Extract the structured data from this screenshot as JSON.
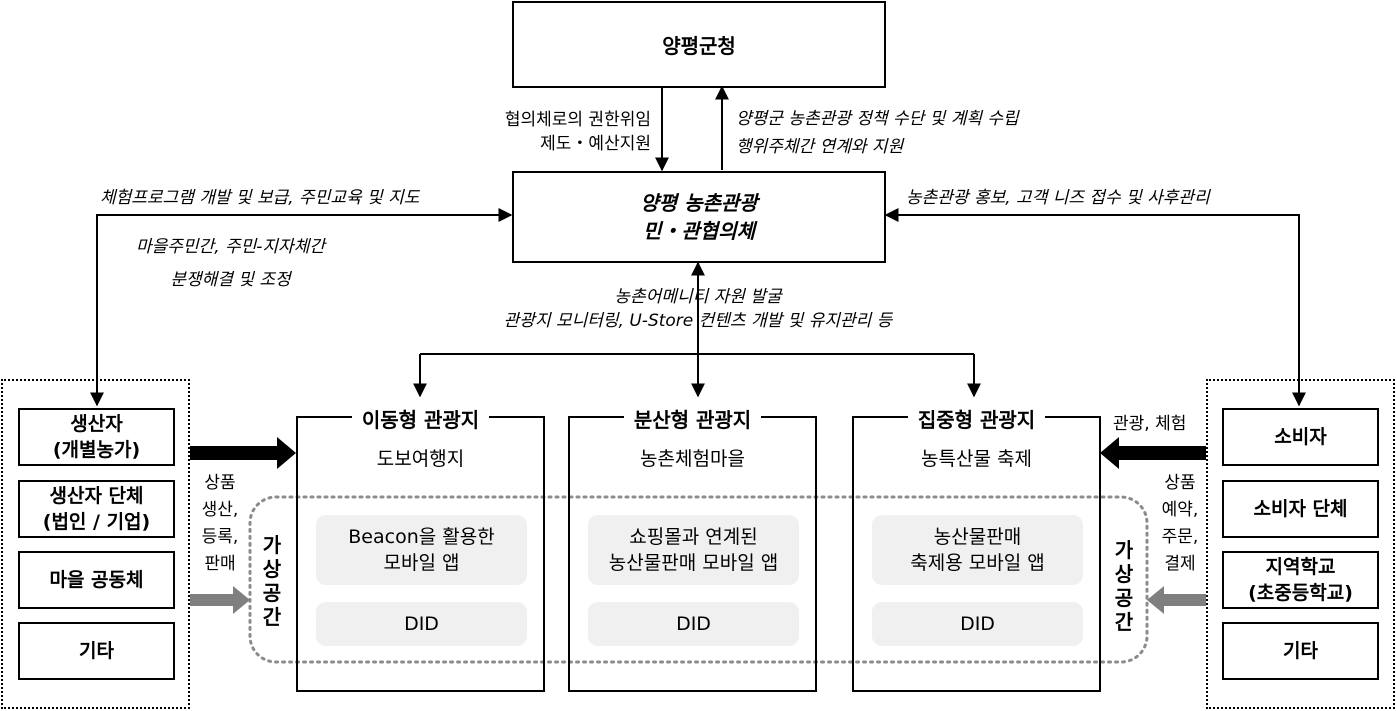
{
  "gov": {
    "title": "양평군청"
  },
  "council": {
    "line1": "양평 농촌관광",
    "line2": "민・관협의체"
  },
  "arrows": {
    "down_label_1": "협의체로의 권한위임",
    "down_label_2": "제도・예산지원",
    "up_label_1": "양평군 농촌관광 정책 수단 및 계획 수립",
    "up_label_2": "행위주체간 연계와 지원",
    "left_label_1": "체험프로그램 개발 및 보급, 주민교육 및 지도",
    "left_label_2": "마을주민간, 주민-지자체간",
    "left_label_3": "분쟁해결 및 조정",
    "right_label_1": "농촌관광 홍보, 고객 니즈 접수 및 사후관리",
    "center_label_1": "농촌어메니티 자원 발굴",
    "center_label_2": "관광지 모니터링, U-Store  컨텐츠 개발 및 유지관리 등",
    "producer_arrow_label": [
      "상품",
      "생산,",
      "등록,",
      "판매"
    ],
    "consumer_top_label": "관광, 체험",
    "consumer_arrow_label": [
      "상품",
      "예약,",
      "주문,",
      "결제"
    ]
  },
  "producers": [
    {
      "line1": "생산자",
      "line2": "(개별농가)"
    },
    {
      "line1": "생산자 단체",
      "line2": "(법인 / 기업)"
    },
    {
      "line1": "마을 공동체",
      "line2": ""
    },
    {
      "line1": "기타",
      "line2": ""
    }
  ],
  "consumers": [
    {
      "line1": "소비자",
      "line2": ""
    },
    {
      "line1": "소비자 단체",
      "line2": ""
    },
    {
      "line1": "지역학교",
      "line2": "(초중등학교)"
    },
    {
      "line1": "기타",
      "line2": ""
    }
  ],
  "destinations": [
    {
      "title": "이동형 관광지",
      "place": "도보여행지",
      "app_line1": "Beacon을 활용한",
      "app_line2": "모바일 앱",
      "did": "DID"
    },
    {
      "title": "분산형 관광지",
      "place": "농촌체험마을",
      "app_line1": "쇼핑몰과 연계된",
      "app_line2": "농산물판매 모바일 앱",
      "did": "DID"
    },
    {
      "title": "집중형 관광지",
      "place": "농특산물 축제",
      "app_line1": "농산물판매",
      "app_line2": "축제용 모바일 앱",
      "did": "DID"
    }
  ],
  "virtual_space": {
    "label": [
      "가",
      "상",
      "공",
      "간"
    ]
  }
}
